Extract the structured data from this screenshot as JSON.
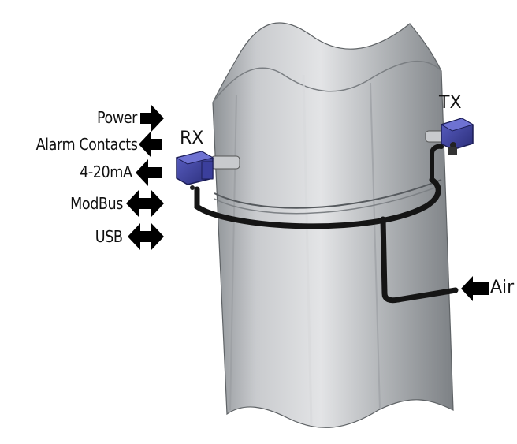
{
  "io_labels": {
    "power": "Power",
    "alarm": "Alarm Contacts",
    "ma": "4-20mA",
    "modbus": "ModBus",
    "usb": "USB"
  },
  "device_labels": {
    "rx": "RX",
    "tx": "TX"
  },
  "air_label": "Air",
  "icons": [
    "arrow-right-icon",
    "arrow-left-icon",
    "double-arrow-icon"
  ],
  "colors": {
    "stack_light": "#d9dbdd",
    "stack_mid": "#a9acb0",
    "stack_dark": "#6f7377",
    "device_blue": "#3b3f9c",
    "pipe": "#1a1a1a",
    "arrow": "#000000"
  }
}
